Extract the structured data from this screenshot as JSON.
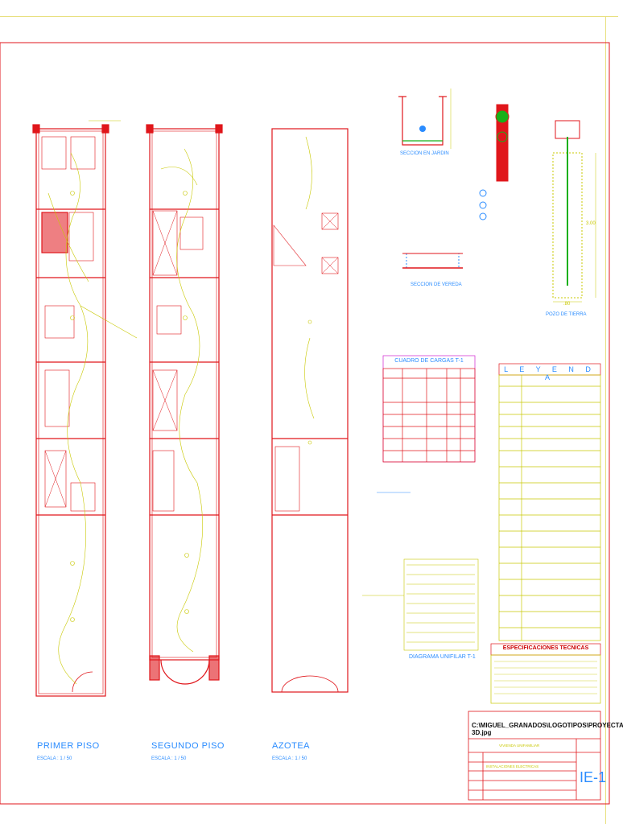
{
  "floors": [
    {
      "title": "PRIMER PISO",
      "scale": "ESCALA :  1 / 50"
    },
    {
      "title": "SEGUNDO PISO",
      "scale": "ESCALA :  1 / 50"
    },
    {
      "title": "AZOTEA",
      "scale": "ESCALA :  1 / 50"
    }
  ],
  "details": {
    "jardin": "SECCION EN JARDIN",
    "vereda": "SECCION DE VEREDA",
    "pozo": "POZO DE TIERRA",
    "pozo_depth": "3.00",
    "pozo_width": ".80"
  },
  "cuadro_cargas": {
    "title": "CUADRO DE CARGAS T-1"
  },
  "diagrama": {
    "title": "DIAGRAMA UNIFILAR T-1"
  },
  "leyenda": {
    "title": "L E Y E N D A"
  },
  "especificaciones": {
    "title": "ESPECIFICACIONES TECNICAS"
  },
  "title_block": {
    "path": "C:\\MIGUEL_GRANADOS\\LOGOTIPOS\\PROYECTA 3D.jpg",
    "sheet": "IE-1",
    "project": "VIVIENDA UNIFAMILIAR",
    "specialty": "INSTALACIONES ELECTRICAS"
  },
  "colors": {
    "frame": "#e0161b",
    "walls": "#e0161b",
    "wiring": "#c8c800",
    "text": "#2a8cff",
    "ground": "#18b018",
    "legend_border": "#d020d0"
  }
}
